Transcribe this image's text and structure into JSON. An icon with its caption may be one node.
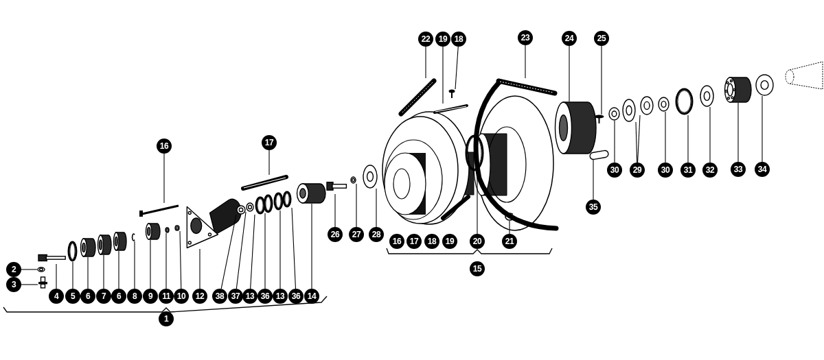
{
  "diagram": {
    "nodes": [
      {
        "text": [
          "22"
        ]
      },
      {
        "text": [
          "19"
        ]
      },
      {
        "text": [
          "18"
        ]
      },
      {
        "text": [
          "23"
        ]
      },
      {
        "text": [
          "24"
        ]
      },
      {
        "text": [
          "25"
        ]
      },
      {
        "text": [
          "16"
        ]
      },
      {
        "text": [
          "17"
        ]
      },
      {
        "text": [
          "30"
        ]
      },
      {
        "text": [
          "29"
        ]
      },
      {
        "text": [
          "30"
        ]
      },
      {
        "text": [
          "31"
        ]
      },
      {
        "text": [
          "32"
        ]
      },
      {
        "text": [
          "33"
        ]
      },
      {
        "text": [
          "34"
        ]
      },
      {
        "text": [
          "35"
        ]
      },
      {
        "text": [
          "26"
        ]
      },
      {
        "text": [
          "27"
        ]
      },
      {
        "text": [
          "28"
        ]
      },
      {
        "text": [
          "20"
        ]
      },
      {
        "text": [
          "21"
        ]
      },
      {
        "text": [
          "2"
        ]
      },
      {
        "text": [
          "3"
        ]
      },
      {
        "text": [
          "4"
        ]
      },
      {
        "text": [
          "5"
        ]
      },
      {
        "text": [
          "6"
        ]
      },
      {
        "text": [
          "7"
        ]
      },
      {
        "text": [
          "6"
        ]
      },
      {
        "text": [
          "8"
        ]
      },
      {
        "text": [
          "9"
        ]
      },
      {
        "text": [
          "11"
        ]
      },
      {
        "text": [
          "10"
        ]
      },
      {
        "text": [
          "12"
        ]
      },
      {
        "text": [
          "38"
        ]
      },
      {
        "text": [
          "37"
        ]
      },
      {
        "text": [
          "13"
        ]
      },
      {
        "text": [
          "36"
        ]
      },
      {
        "text": [
          "13"
        ]
      },
      {
        "text": [
          "36"
        ]
      },
      {
        "text": [
          "14"
        ]
      },
      {
        "text": [],
        "shape": "picture"
      },
      {
        "text": [],
        "shape": "picture"
      },
      {
        "text": [],
        "shape": "picture"
      },
      {
        "text": [],
        "shape": "picture"
      },
      {
        "text": [],
        "shape": "cylinder"
      },
      {
        "text": [],
        "shape": "picture"
      },
      {
        "text": [],
        "shape": "picture"
      },
      {
        "text": [],
        "shape": "picture"
      },
      {
        "text": [],
        "shape": "picture"
      },
      {
        "text": [],
        "shape": "picture"
      },
      {
        "text": [],
        "shape": "picture"
      },
      {
        "text": [],
        "shape": "picture"
      },
      {
        "text": [],
        "shape": "picture"
      },
      {
        "text": [],
        "shape": "picture"
      },
      {
        "text": [],
        "shape": "picture"
      },
      {
        "text": [],
        "shape": "picture"
      },
      {
        "text": [],
        "shape": "picture"
      },
      {
        "text": [],
        "shape": "picture"
      },
      {
        "text": [],
        "shape": "picture"
      },
      {
        "text": [],
        "shape": "picture"
      },
      {
        "text": [],
        "shape": "picture"
      },
      {
        "text": [],
        "shape": "picture"
      },
      {
        "text": [],
        "shape": "picture"
      },
      {
        "text": [],
        "shape": "picture"
      },
      {
        "text": [],
        "shape": "picture"
      },
      {
        "text": [],
        "shape": "picture"
      },
      {
        "text": [],
        "shape": "cylinder"
      },
      {
        "text": [],
        "shape": "cylinder"
      },
      {
        "text": [],
        "shape": "cylinder"
      },
      {
        "text": [],
        "shape": "picture"
      },
      {
        "text": [],
        "shape": "cylinder"
      },
      {
        "text": [],
        "shape": "picture"
      },
      {
        "text": [],
        "shape": "picture"
      },
      {
        "text": [],
        "shape": "picture"
      },
      {
        "text": [],
        "shape": "picture"
      },
      {
        "text": [],
        "shape": "picture"
      },
      {
        "text": [],
        "shape": "picture"
      },
      {
        "text": [],
        "shape": "picture"
      },
      {
        "text": [],
        "shape": "picture"
      },
      {
        "text": [],
        "shape": "picture"
      },
      {
        "text": [],
        "shape": "cylinder"
      },
      {
        "text": [
          "16"
        ]
      },
      {
        "text": [
          "17"
        ]
      },
      {
        "text": [
          "18"
        ]
      },
      {
        "text": [
          "19"
        ]
      },
      {
        "text": [
          "15"
        ]
      },
      {
        "text": [
          "1"
        ]
      }
    ],
    "edges": [
      {
        "from": 0,
        "to": 40,
        "arrow": "none"
      },
      {
        "from": 1,
        "to": 41,
        "arrow": "none"
      },
      {
        "from": 2,
        "to": 42,
        "arrow": "none"
      },
      {
        "from": 3,
        "to": 43,
        "arrow": "none"
      },
      {
        "from": 4,
        "to": 44,
        "arrow": "none"
      },
      {
        "from": 5,
        "to": 45,
        "arrow": "none"
      },
      {
        "from": 6,
        "to": 46,
        "arrow": "none"
      },
      {
        "from": 7,
        "to": 47,
        "arrow": "none"
      },
      {
        "from": 8,
        "to": 48,
        "arrow": "none"
      },
      {
        "from": 9,
        "to": 49,
        "arrow": "none"
      },
      {
        "from": 9,
        "to": 50,
        "arrow": "none"
      },
      {
        "from": 10,
        "to": 51,
        "arrow": "none"
      },
      {
        "from": 11,
        "to": 52,
        "arrow": "none"
      },
      {
        "from": 12,
        "to": 53,
        "arrow": "none"
      },
      {
        "from": 13,
        "to": 54,
        "arrow": "none"
      },
      {
        "from": 14,
        "to": 55,
        "arrow": "none"
      },
      {
        "from": 15,
        "to": 56,
        "arrow": "none"
      },
      {
        "from": 16,
        "to": 57,
        "arrow": "none"
      },
      {
        "from": 17,
        "to": 58,
        "arrow": "none"
      },
      {
        "from": 18,
        "to": 59,
        "arrow": "none"
      },
      {
        "from": 19,
        "to": 60,
        "arrow": "none"
      },
      {
        "from": 20,
        "to": 61,
        "arrow": "none"
      },
      {
        "from": 21,
        "to": 62,
        "arrow": "none"
      },
      {
        "from": 22,
        "to": 63,
        "arrow": "none"
      },
      {
        "from": 23,
        "to": 64,
        "arrow": "none"
      },
      {
        "from": 24,
        "to": 65,
        "arrow": "none"
      },
      {
        "from": 25,
        "to": 66,
        "arrow": "none"
      },
      {
        "from": 26,
        "to": 67,
        "arrow": "none"
      },
      {
        "from": 27,
        "to": 68,
        "arrow": "none"
      },
      {
        "from": 28,
        "to": 69,
        "arrow": "none"
      },
      {
        "from": 29,
        "to": 70,
        "arrow": "none"
      },
      {
        "from": 30,
        "to": 71,
        "arrow": "none"
      },
      {
        "from": 31,
        "to": 72,
        "arrow": "none"
      },
      {
        "from": 32,
        "to": 73,
        "arrow": "none"
      },
      {
        "from": 33,
        "to": 74,
        "arrow": "none"
      },
      {
        "from": 34,
        "to": 75,
        "arrow": "none"
      },
      {
        "from": 35,
        "to": 76,
        "arrow": "none"
      },
      {
        "from": 36,
        "to": 77,
        "arrow": "none"
      },
      {
        "from": 37,
        "to": 78,
        "arrow": "none"
      },
      {
        "from": 38,
        "to": 79,
        "arrow": "none"
      },
      {
        "from": 39,
        "to": 80,
        "arrow": "none"
      }
    ]
  }
}
